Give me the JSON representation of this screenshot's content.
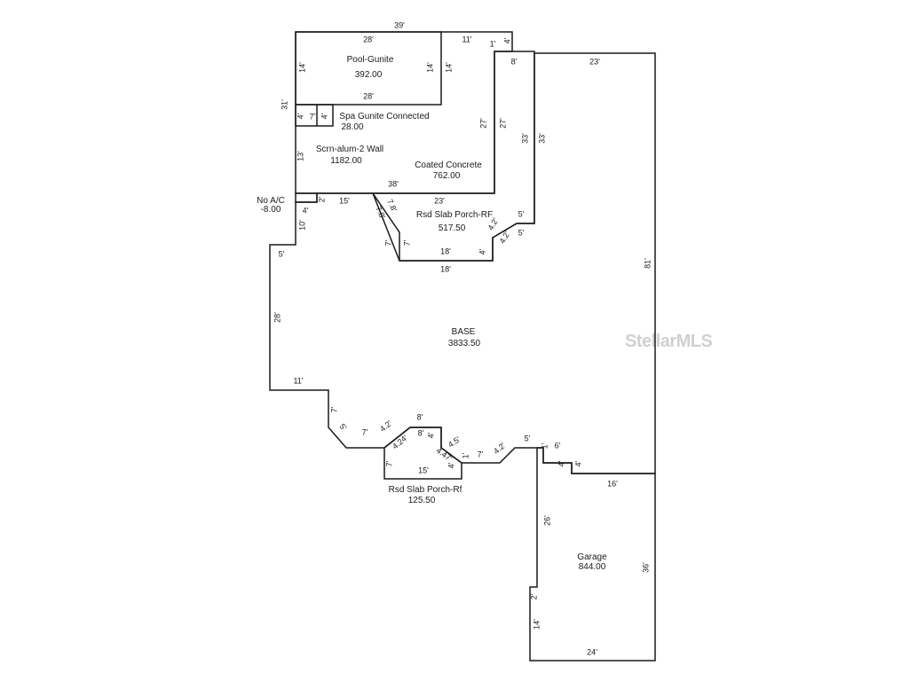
{
  "watermark": "StellarMLS",
  "areas": {
    "pool": {
      "name": "Pool-Gunite",
      "value": "392.00"
    },
    "spa": {
      "name": "Spa Gunite Connected",
      "value": "28.00"
    },
    "screen": {
      "name": "Scrn-alum-2 Wall",
      "value": "1182.00"
    },
    "coated": {
      "name": "Coated Concrete",
      "value": "762.00"
    },
    "no_ac": {
      "name": "No A/C",
      "value": "-8.00"
    },
    "porch_rf": {
      "name": "Rsd Slab Porch-RF",
      "value": "517.50"
    },
    "base": {
      "name": "BASE",
      "value": "3833.50"
    },
    "porch_rf2": {
      "name": "Rsd Slab Porch-Rf",
      "value": "125.50"
    },
    "garage": {
      "name": "Garage",
      "value": "844.00"
    }
  },
  "dims": {
    "d39": "39'",
    "d28a": "28'",
    "d11a": "11'",
    "d1a": "1'",
    "d4a": "4'",
    "d14a": "14'",
    "d14b": "14'",
    "d14c": "14'",
    "d28b": "28'",
    "d31": "31'",
    "d4b": "4'",
    "d7a": "7'",
    "d4c": "4'",
    "d27a": "27'",
    "d27b": "27'",
    "d8a": "8'",
    "d23a": "23'",
    "d33a": "33'",
    "d33b": "33'",
    "d13": "13'",
    "d38": "38'",
    "d2a": "2'",
    "d15a": "15'",
    "d23b": "23'",
    "d4d": "4'",
    "d78a": "7.8'",
    "d78b": "7.8'",
    "d10": "10'",
    "d5a": "5'",
    "d42a": "4.2'",
    "d5b": "5'",
    "d42b": "4.2'",
    "d5c": "5'",
    "d7b": "7'",
    "d7c": "7'",
    "d18a": "18'",
    "d4e": "4'",
    "d18b": "18'",
    "d81": "81'",
    "d28c": "28'",
    "d11b": "11'",
    "d7d": "7'",
    "d5d": "5'",
    "d7e": "7'",
    "d42c": "4.2'",
    "d8b": "8'",
    "d8c": "8'",
    "d424": "4.24'",
    "d4f": "4'",
    "d45": "4.5'",
    "d447": "4.47'",
    "d1b": "1'",
    "d7f": "7'",
    "d42d": "4.2'",
    "d5e": "5'",
    "d1c": "1'",
    "d6": "6'",
    "d4g": "4'",
    "d4h": "4'",
    "d7g": "7'",
    "d15b": "15'",
    "d4i": "4'",
    "d16": "16'",
    "d26": "26'",
    "d36": "36'",
    "d2b": "2'",
    "d14d": "14'",
    "d24": "24'"
  }
}
